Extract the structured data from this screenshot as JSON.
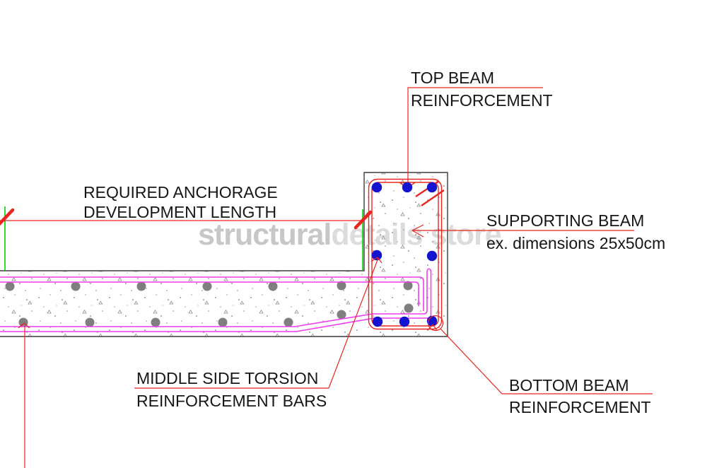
{
  "watermark": {
    "part1": "structural",
    "part2": "details",
    "part3": " store"
  },
  "labels": {
    "top_beam": {
      "line1": "TOP BEAM",
      "line2": "REINFORCEMENT"
    },
    "required_anchorage": {
      "line1": "REQUIRED ANCHORAGE",
      "line2": "DEVELOPMENT LENGTH"
    },
    "supporting_beam": {
      "line1": "SUPPORTING BEAM",
      "line2": "ex. dimensions 25x50cm"
    },
    "middle_torsion": {
      "line1": "MIDDLE SIDE TORSION",
      "line2": "REINFORCEMENT BARS"
    },
    "bottom_beam": {
      "line1": "BOTTOM BEAM",
      "line2": "REINFORCEMENT"
    }
  },
  "colors": {
    "ink": "#161616",
    "outline": "#3c3c3c",
    "leader-red": "#e8261f",
    "rebar-blue": "#1414d0",
    "torsion-pink": "#ee3cee",
    "anchor-green": "#00d400",
    "bar-gray": "#7f7f7f",
    "watermark-dark": "#c7c7c7",
    "watermark-light": "#dcdcdc",
    "stipple": "#9a9a9a"
  }
}
